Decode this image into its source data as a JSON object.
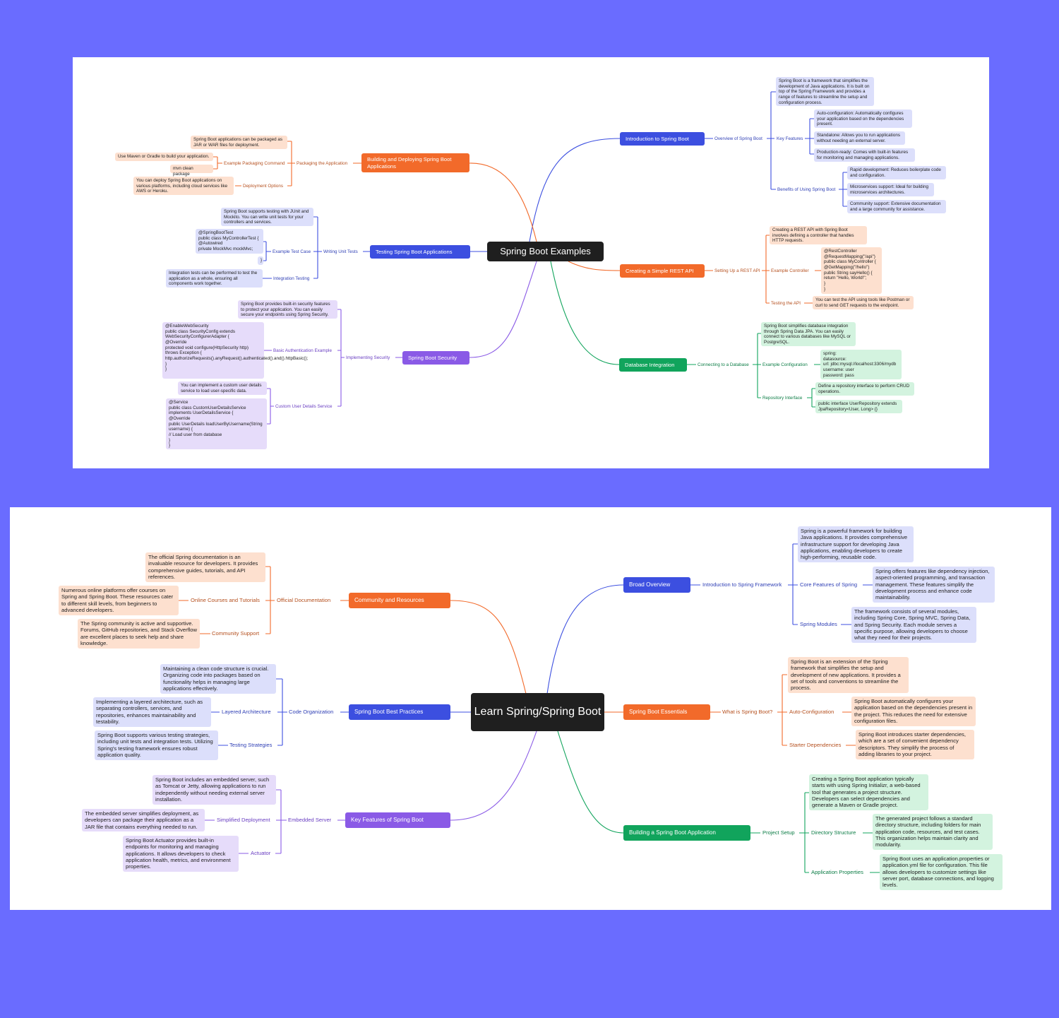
{
  "colors": {
    "background": "#6a6cff",
    "orange": "#f26a2a",
    "blue": "#3c4fe0",
    "purple": "#8a5ae6",
    "green": "#11a45c",
    "center": "#1f1f1f"
  },
  "map1": {
    "center": "Spring Boot Examples",
    "intro": {
      "title": "Introduction to Spring Boot",
      "overview": "Overview of Spring Boot",
      "desc": "Spring Boot is a framework that simplifies the development of Java applications. It is built on top of the Spring Framework and provides a range of features to streamline the setup and configuration process.",
      "key_features": "Key Features",
      "kf_auto": "Auto-configuration: Automatically configures your application based on the dependencies present.",
      "kf_standalone": "Standalone: Allows you to run applications without needing an external server.",
      "kf_prod": "Production-ready: Comes with built-in features for monitoring and managing applications.",
      "benefits": "Benefits of Using Spring Boot",
      "b_rapid": "Rapid development: Reduces boilerplate code and configuration.",
      "b_micro": "Microservices support: Ideal for building microservices architectures.",
      "b_community": "Community support: Extensive documentation and a large community for assistance."
    },
    "rest": {
      "title": "Creating a Simple REST API",
      "setup": "Setting Up a REST API",
      "desc": "Creating a REST API with Spring Boot involves defining a controller that handles HTTP requests.",
      "example": "Example Controller",
      "code": "@RestController\n@RequestMapping(\"/api\")\npublic class MyController {\n@GetMapping(\"/hello\")\npublic String sayHello() {\nreturn \"Hello, World!\";\n}\n}",
      "testing": "Testing the API",
      "testing_desc": "You can test the API using tools like Postman or curl to send GET requests to the endpoint."
    },
    "db": {
      "title": "Database Integration",
      "connect": "Connecting to a Database",
      "desc": "Spring Boot simplifies database integration through Spring Data JPA. You can easily connect to various databases like MySQL or PostgreSQL.",
      "example": "Example Configuration",
      "config": "spring:\ndatasource:\nurl: jdbc:mysql://localhost:3306/mydb\nusername: user\npassword: pass",
      "repo": "Repository Interface",
      "repo_desc": "Define a repository interface to perform CRUD operations.",
      "repo_code": "public interface UserRepository extends JpaRepository<User, Long> {}"
    },
    "build": {
      "title": "Building and Deploying Spring Boot Applications",
      "packaging": "Packaging the Application",
      "pkg_desc": "Spring Boot applications can be packaged as JAR or WAR files for deployment.",
      "example_cmd": "Example Packaging Command",
      "maven": "Use Maven or Gradle to build your application.",
      "mvn": "mvn clean package",
      "deploy": "Deployment Options",
      "deploy_desc": "You can deploy Spring Boot applications on various platforms, including cloud services like AWS or Heroku."
    },
    "testing": {
      "title": "Testing Spring Boot Applications",
      "unit": "Writing Unit Tests",
      "desc": "Spring Boot supports testing with JUnit and Mockito. You can write unit tests for your controllers and services.",
      "example": "Example Test Case",
      "code": "@SpringBootTest\npublic class MyControllerTest {\n@Autowired\nprivate MockMvc mockMvc;",
      "close": "}",
      "integration": "Integration Testing",
      "int_desc": "Integration tests can be performed to test the application as a whole, ensuring all components work together."
    },
    "security": {
      "title": "Spring Boot Security",
      "impl": "Implementing Security",
      "desc": "Spring Boot provides built-in security features to protect your application. You can easily secure your endpoints using Spring Security.",
      "basic": "Basic Authentication Example",
      "basic_code": "@EnableWebSecurity\npublic class SecurityConfig extends WebSecurityConfigurerAdapter {\n@Override\nprotected void configure(HttpSecurity http) throws Exception {\nhttp.authorizeRequests().anyRequest().authenticated().and().httpBasic();\n}\n}",
      "custom": "Custom User Details Service",
      "custom_desc": "You can implement a custom user details service to load user-specific data.",
      "custom_code": "@Service\npublic class CustomUserDetailsService implements UserDetailsService {\n@Override\npublic UserDetails loadUserByUsername(String username) {\n// Load user from database\n}\n}"
    }
  },
  "map2": {
    "center": "Learn Spring/Spring Boot",
    "broad": {
      "title": "Broad Overview",
      "intro": "Introduction to Spring Framework",
      "desc": "Spring is a powerful framework for building Java applications. It provides comprehensive infrastructure support for developing Java applications, enabling developers to create high-performing, reusable code.",
      "core": "Core Features of Spring",
      "core_desc": "Spring offers features like dependency injection, aspect-oriented programming, and transaction management. These features simplify the development process and enhance code maintainability.",
      "modules": "Spring Modules",
      "modules_desc": "The framework consists of several modules, including Spring Core, Spring MVC, Spring Data, and Spring Security. Each module serves a specific purpose, allowing developers to choose what they need for their projects."
    },
    "essentials": {
      "title": "Spring Boot Essentials",
      "what": "What is Spring Boot?",
      "desc": "Spring Boot is an extension of the Spring framework that simplifies the setup and development of new applications. It provides a set of tools and conventions to streamline the process.",
      "auto": "Auto-Configuration",
      "auto_desc": "Spring Boot automatically configures your application based on the dependencies present in the project. This reduces the need for extensive configuration files.",
      "starter": "Starter Dependencies",
      "starter_desc": "Spring Boot introduces starter dependencies, which are a set of convenient dependency descriptors. They simplify the process of adding libraries to your project."
    },
    "building": {
      "title": "Building a Spring Boot Application",
      "setup": "Project Setup",
      "desc": "Creating a Spring Boot application typically starts with using Spring Initializr, a web-based tool that generates a project structure. Developers can select dependencies and generate a Maven or Gradle project.",
      "dir": "Directory Structure",
      "dir_desc": "The generated project follows a standard directory structure, including folders for main application code, resources, and test cases. This organization helps maintain clarity and modularity.",
      "props": "Application Properties",
      "props_desc": "Spring Boot uses an application.properties or application.yml file for configuration. This file allows developers to customize settings like server port, database connections, and logging levels."
    },
    "community": {
      "title": "Community and Resources",
      "docs": "Official Documentation",
      "docs_desc": "The official Spring documentation is an invaluable resource for developers. It provides comprehensive guides, tutorials, and API references.",
      "courses": "Online Courses and Tutorials",
      "courses_desc": "Numerous online platforms offer courses on Spring and Spring Boot. These resources cater to different skill levels, from beginners to advanced developers.",
      "support": "Community Support",
      "support_desc": "The Spring community is active and supportive. Forums, GitHub repositories, and Stack Overflow are excellent places to seek help and share knowledge."
    },
    "practices": {
      "title": "Spring Boot Best Practices",
      "code": "Code Organization",
      "code_desc": "Maintaining a clean code structure is crucial. Organizing code into packages based on functionality helps in managing large applications effectively.",
      "layered": "Layered Architecture",
      "layered_desc": "Implementing a layered architecture, such as separating controllers, services, and repositories, enhances maintainability and testability.",
      "testing": "Testing Strategies",
      "testing_desc": "Spring Boot supports various testing strategies, including unit tests and integration tests. Utilizing Spring's testing framework ensures robust application quality."
    },
    "features": {
      "title": "Key Features of Spring Boot",
      "embedded": "Embedded Server",
      "embedded_desc": "Spring Boot includes an embedded server, such as Tomcat or Jetty, allowing applications to run independently without needing external server installation.",
      "simplified": "Simplified Deployment",
      "simplified_desc": "The embedded server simplifies deployment, as developers can package their application as a JAR file that contains everything needed to run.",
      "actuator": "Actuator",
      "actuator_desc": "Spring Boot Actuator provides built-in endpoints for monitoring and managing applications. It allows developers to check application health, metrics, and environment properties."
    }
  }
}
